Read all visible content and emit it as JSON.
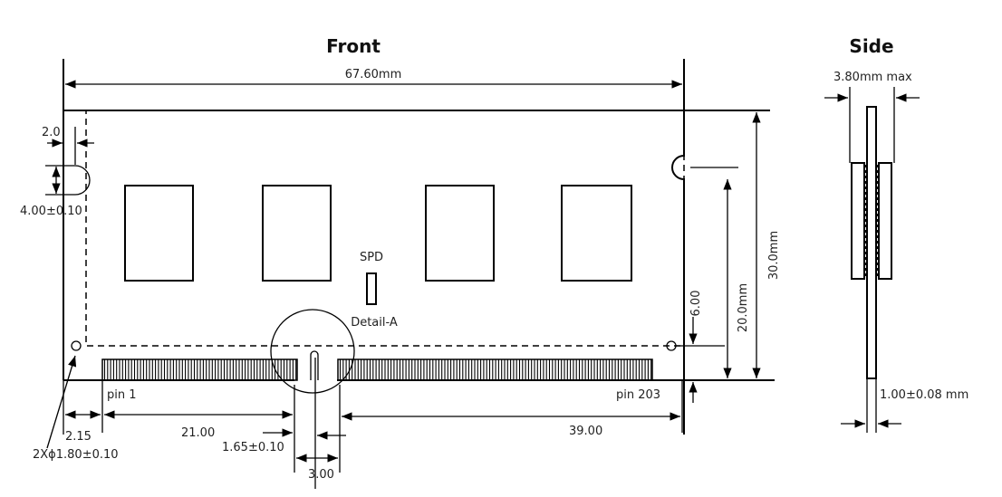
{
  "front": {
    "title": "Front",
    "width_dim": "67.60mm",
    "edge_dim": "2.0",
    "notch_dim": "4.00±0.10",
    "spd_label": "SPD",
    "detail_label": "Detail-A",
    "height_dim": "30.0mm",
    "mid_height_dim": "20.0mm",
    "hole_height_dim": "6.00",
    "pin_first": "pin 1",
    "pin_last": "pin 203",
    "offset_dim": "2.15",
    "hole_dim": "2Xϕ1.80±0.10",
    "left_pins_dim": "21.00",
    "key_dim": "1.65±0.10",
    "key_width_dim": "3.00",
    "right_pins_dim": "39.00"
  },
  "side": {
    "title": "Side",
    "thickness_dim": "3.80mm max",
    "pcb_dim": "1.00±0.08 mm"
  }
}
